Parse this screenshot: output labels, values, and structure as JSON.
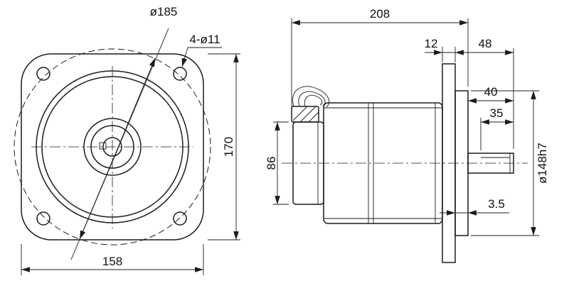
{
  "front_view": {
    "dim_diameter": "ø185",
    "dim_holes": "4-ø11",
    "dim_height": "170",
    "dim_width": "158"
  },
  "side_view": {
    "dim_overall": "208",
    "dim_flange_thickness": "12",
    "dim_shaft_overhang": "48",
    "dim_shaft_length": "40",
    "dim_key_length": "35",
    "dim_body_height": "86",
    "dim_spigot_diameter": "ø148h7",
    "dim_spigot_step": "3.5"
  },
  "colors": {
    "line": "#1c1c1c",
    "background": "#ffffff"
  }
}
